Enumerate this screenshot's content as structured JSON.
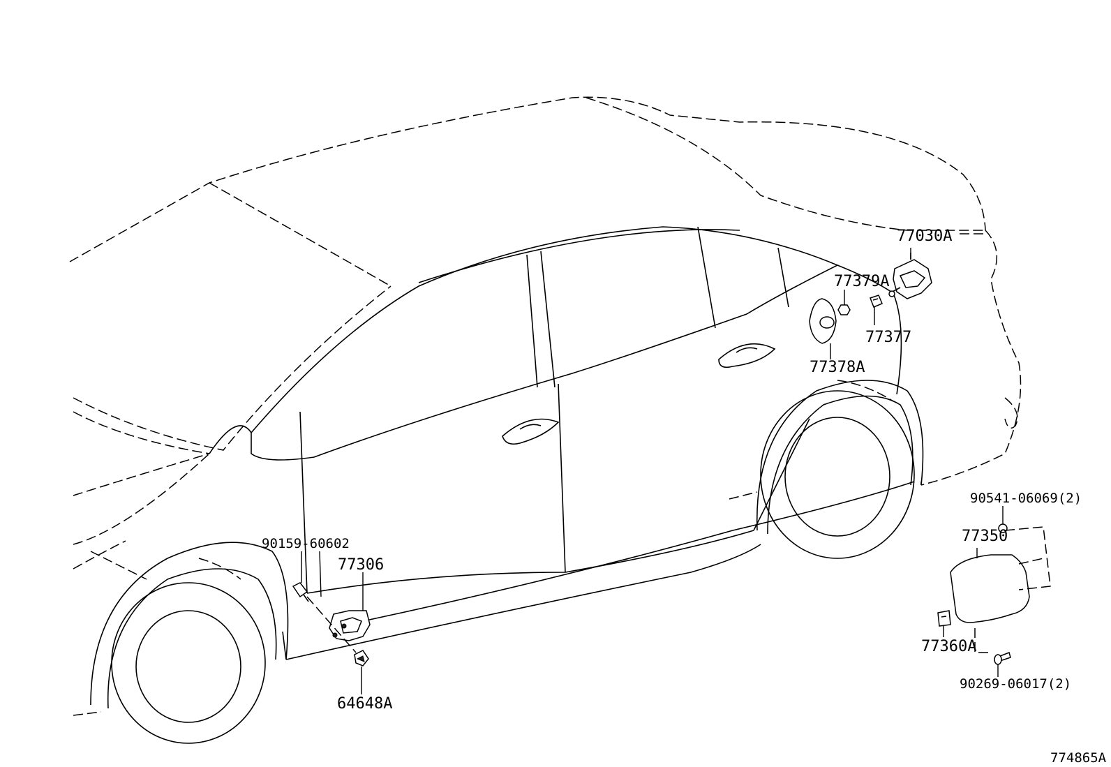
{
  "diagram_id": "774865A",
  "parts": [
    {
      "id": "p77030A",
      "number": "77030A"
    },
    {
      "id": "p77379A",
      "number": "77379A"
    },
    {
      "id": "p77377",
      "number": "77377"
    },
    {
      "id": "p77378A",
      "number": "77378A"
    },
    {
      "id": "p90541",
      "number": "90541-06069(2)"
    },
    {
      "id": "p77350",
      "number": "77350"
    },
    {
      "id": "p77360A",
      "number": "77360A"
    },
    {
      "id": "p90269",
      "number": "90269-06017(2)"
    },
    {
      "id": "p90159",
      "number": "90159-60602"
    },
    {
      "id": "p77306",
      "number": "77306"
    },
    {
      "id": "p64648A",
      "number": "64648A"
    }
  ]
}
